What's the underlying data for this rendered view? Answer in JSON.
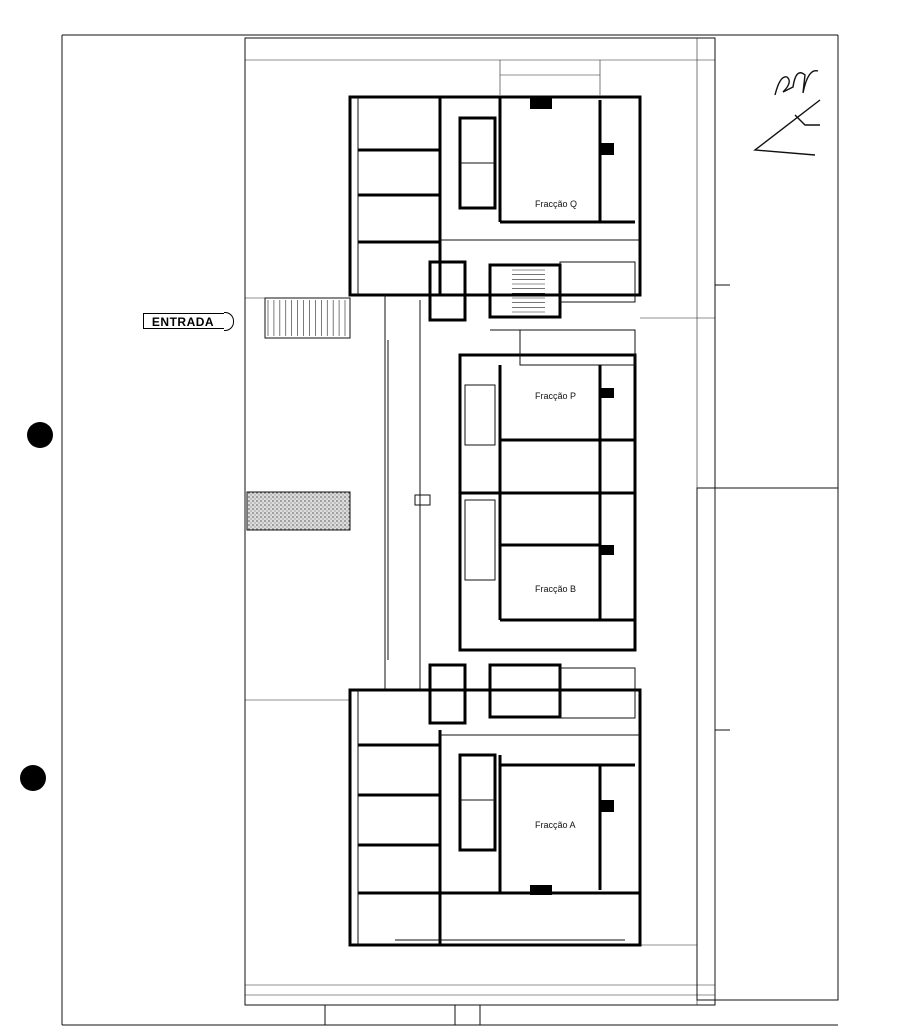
{
  "drawing": {
    "entrance_label": "ENTRADA",
    "units": [
      {
        "label": "Fracção Q"
      },
      {
        "label": "Fracção P"
      },
      {
        "label": "Fracção B"
      },
      {
        "label": "Fracção A"
      }
    ],
    "handwritten_signature": "RAC"
  }
}
